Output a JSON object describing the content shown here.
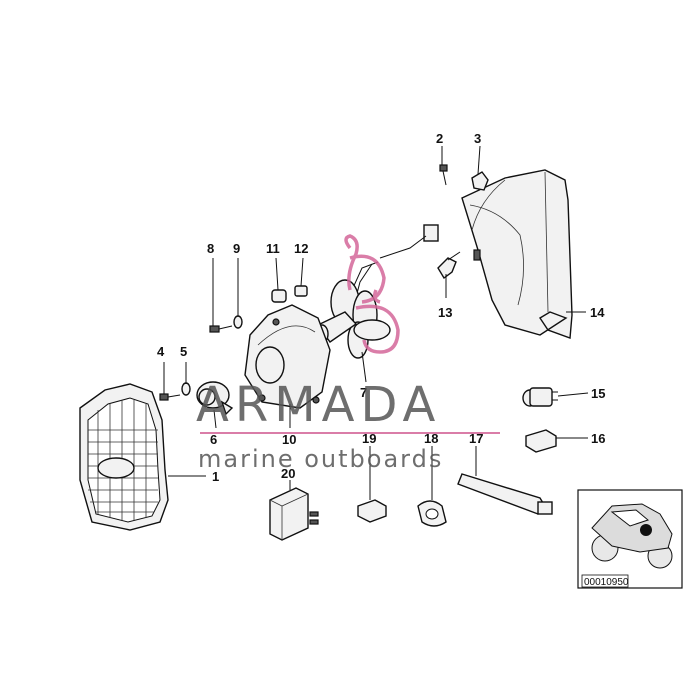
{
  "callouts": [
    {
      "id": "c1",
      "label": "1"
    },
    {
      "id": "c2",
      "label": "2"
    },
    {
      "id": "c3",
      "label": "3"
    },
    {
      "id": "c4",
      "label": "4"
    },
    {
      "id": "c5",
      "label": "5"
    },
    {
      "id": "c6",
      "label": "6"
    },
    {
      "id": "c7",
      "label": "7"
    },
    {
      "id": "c8",
      "label": "8"
    },
    {
      "id": "c9",
      "label": "9"
    },
    {
      "id": "c10",
      "label": "10"
    },
    {
      "id": "c11",
      "label": "11"
    },
    {
      "id": "c12",
      "label": "12"
    },
    {
      "id": "c13",
      "label": "13"
    },
    {
      "id": "c14",
      "label": "14"
    },
    {
      "id": "c15",
      "label": "15"
    },
    {
      "id": "c16",
      "label": "16"
    },
    {
      "id": "c17",
      "label": "17"
    },
    {
      "id": "c18",
      "label": "18"
    },
    {
      "id": "c19",
      "label": "19"
    },
    {
      "id": "c20",
      "label": "20"
    }
  ],
  "reference_code": "00010950",
  "watermark": {
    "brand": "ARMADA",
    "tagline": "marine outboards",
    "color": "#d4679a"
  }
}
